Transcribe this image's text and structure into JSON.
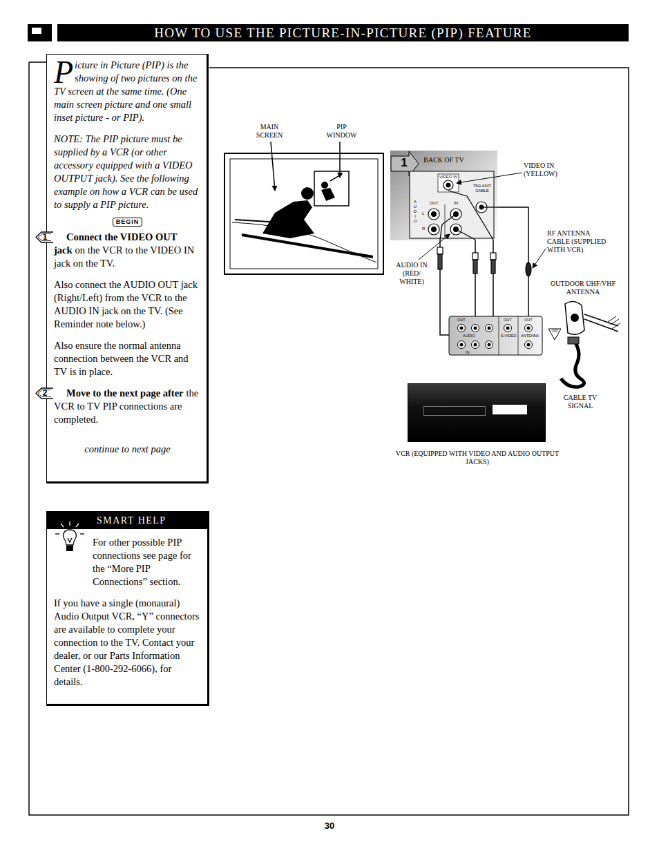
{
  "diagram": {
    "title": "HOW TO USE THE PICTURE-IN-PICTURE (PIP) FEATURE",
    "nodes": [
      {
        "text": [
          "Picture in Picture (PIP) is the showing of two pictures on the TV screen at the same time. (One main screen picture and one small inset picture - or PIP).",
          "NOTE: The PIP picture must be supplied by a VCR (or other accessory equipped with a VIDEO OUTPUT jack). See the following example on how a VCR can be used to supply a PIP picture.",
          "BEGIN",
          "1",
          "Connect the VIDEO OUT jack",
          "on the VCR to the VIDEO IN jack on the TV.",
          "Also connect the AUDIO OUT jack (Right/Left) from the VCR to the AUDIO IN jack on the TV. (See Reminder note below.)",
          "Also ensure the normal antenna connection between the VCR and TV is in place.",
          "2",
          "Move to the next page after",
          "the VCR to TV PIP connections are completed.",
          "continue to next page"
        ]
      },
      {
        "text": [
          "BACK OF TV"
        ]
      },
      {
        "text": [
          "OUT",
          "OUT",
          "OUT",
          "AUDIO",
          "S-VIDEO",
          "ANTENNA",
          "IN"
        ]
      },
      {
        "text": [
          "VCR (EQUIPPED WITH VIDEO AND AUDIO OUTPUT JACKS)"
        ]
      },
      {
        "text": [
          "SMART HELP",
          "For other possible PIP connections see page for the “More PIP Connections” section.",
          "If you have a single (monaural) Audio Output VCR, “Y” connectors are available to complete your connection to the TV. Contact your dealer, or our Parts Information Center (1-800-292-6066), for details."
        ]
      }
    ],
    "edges": [
      {
        "from": 1,
        "to": 2,
        "arrow": "none"
      },
      {
        "from": 1,
        "to": 2,
        "arrow": "none"
      },
      {
        "from": 1,
        "to": 2,
        "arrow": "none"
      },
      {
        "from": 1,
        "to": 2,
        "arrow": "none"
      }
    ],
    "labels": [
      "MAIN SCREEN",
      "PIP WINDOW",
      "1",
      "VIDEO IN",
      "75Ω ANT/ CABLE",
      "A U D I O",
      "L",
      "R",
      "OUT",
      "IN",
      "VIDEO IN (YELLOW)",
      "RF ANTENNA CABLE (SUPPLIED WITH VCR)",
      "AUDIO IN (RED/ WHITE)",
      "OUTDOOR UHF/VHF ANTENNA",
      "OR",
      "CABLE TV SIGNAL",
      "30"
    ]
  }
}
